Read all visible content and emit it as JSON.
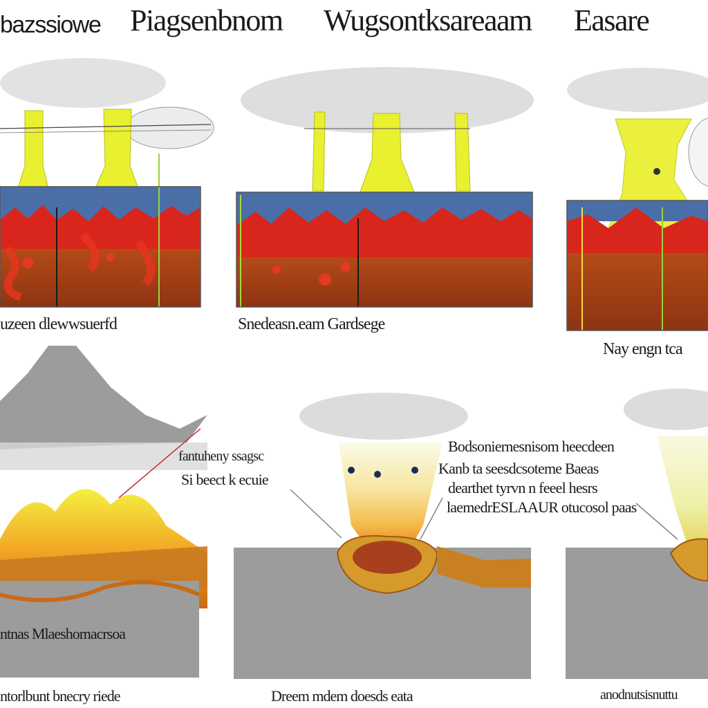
{
  "title": {
    "part1": "bazssiowe",
    "part2": "Piagsenbnom",
    "part3": "Wugsontksareaam",
    "part4": "Easare"
  },
  "top_captions": {
    "left": "uzeen dlewwsuerfd",
    "middle": "Snedeasn.eam Gardsege",
    "right": "Nay engn tca"
  },
  "bottom_panels": {
    "left": {
      "label_line1": "fantuheny ssagsc",
      "label_line2": "Si beect k ecuie",
      "caption_top": "ntnas Mlaeshomacrsoa",
      "caption_bottom": "ntorlbunt bnecry riede"
    },
    "middle": {
      "note_line1": "Bodsoniernesnisom heecdeen",
      "note_line2": "Kanb ta seesdcsoteme Baeas",
      "note_line3": "dearthet tyrvn n feeel hesrs",
      "note_line4": "laemedrESLAAUR otucosol paas",
      "caption_bottom": "Dreem mdem doesds eata"
    },
    "right": {
      "caption_bottom": "anodnutsisnuttu"
    }
  },
  "colors": {
    "magma_red": "#d8261c",
    "crust_brown": "#9a3416",
    "ocean_blue": "#4a6fa8",
    "plume_yellow": "#eaf03c",
    "cloud_gray": "#d4d4d4",
    "rock_gray": "#9c9c9c"
  }
}
